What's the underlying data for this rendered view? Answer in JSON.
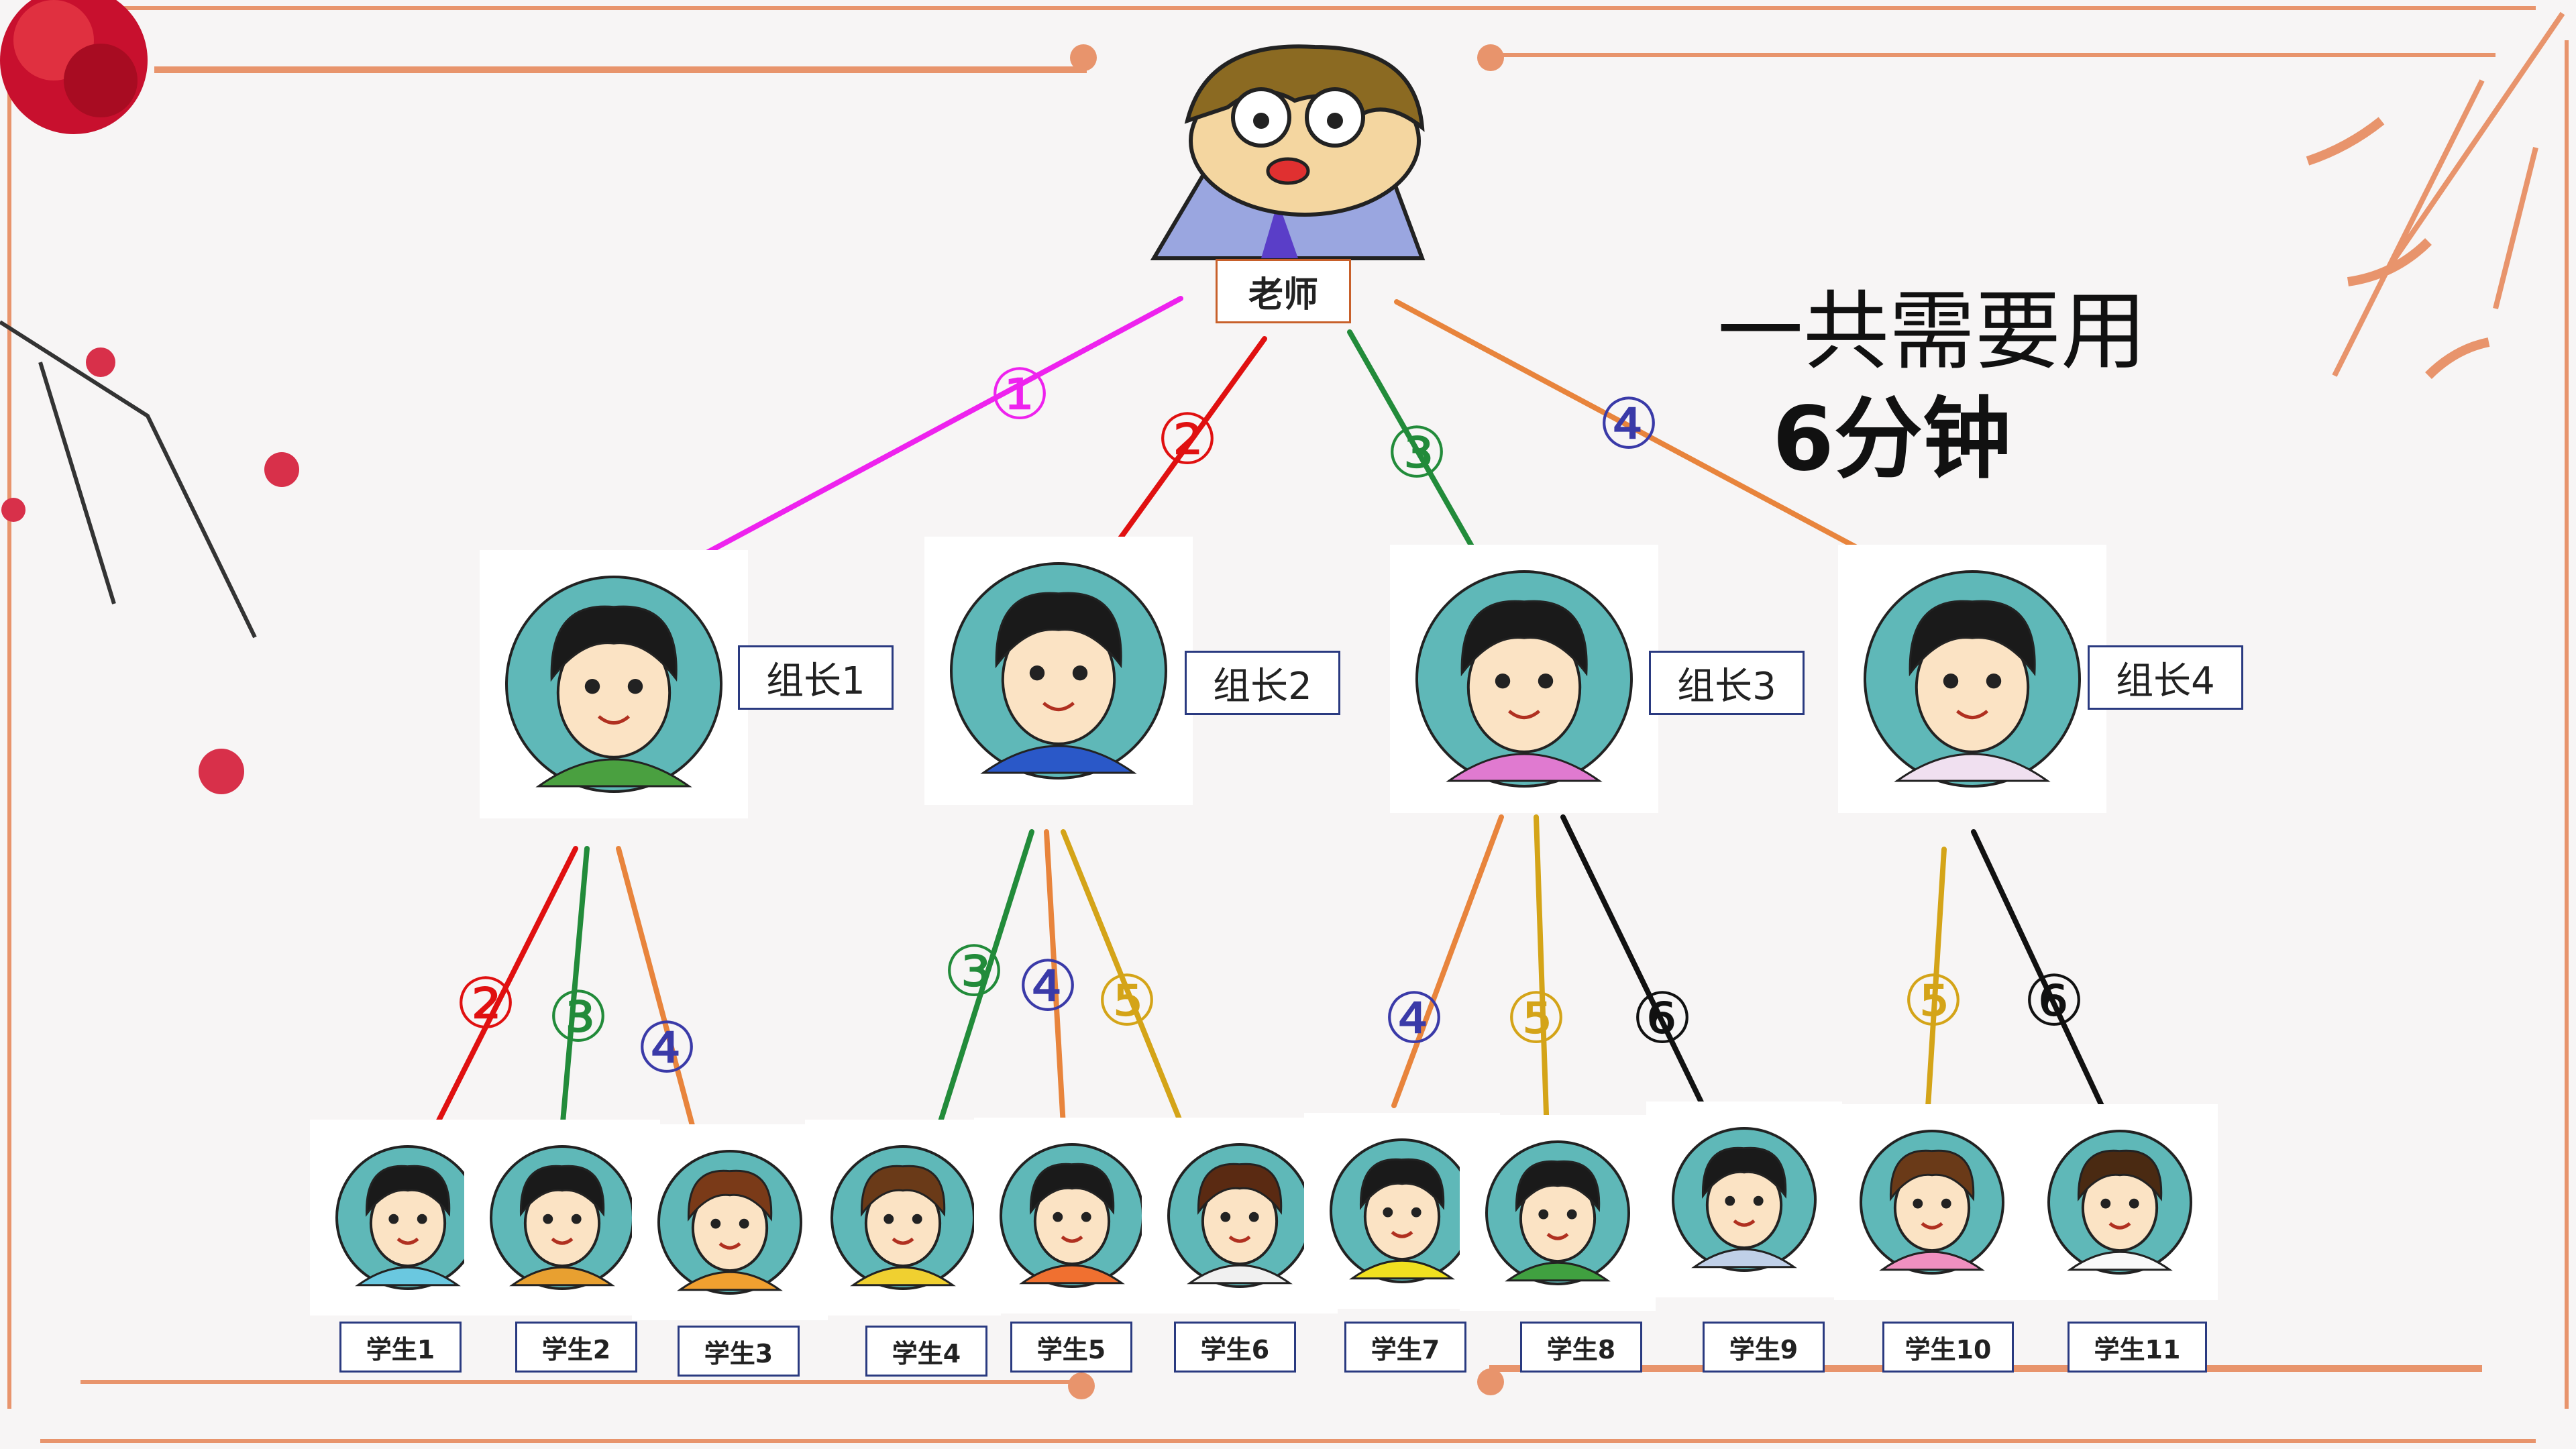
{
  "teacher": {
    "label": "老师"
  },
  "leaders": [
    "组长1",
    "组长2",
    "组长3",
    "组长4"
  ],
  "students": [
    "学生1",
    "学生2",
    "学生3",
    "学生4",
    "学生5",
    "学生6",
    "学生7",
    "学生8",
    "学生9",
    "学生10",
    "学生11"
  ],
  "summary": {
    "line1": "一共需要用",
    "line2": "6分钟"
  },
  "step_markers": {
    "teacher_to_leaders": [
      "①",
      "②",
      "③",
      "④"
    ],
    "leader1_to_students": [
      "②",
      "③",
      "④"
    ],
    "leader2_to_students": [
      "③",
      "④",
      "⑤"
    ],
    "leader3_to_students": [
      "④",
      "⑤",
      "⑥"
    ],
    "leader4_to_students": [
      "⑤",
      "⑥"
    ]
  },
  "colors": {
    "step1": "#ee22ee",
    "step2": "#e01010",
    "step3": "#228b3a",
    "step4": "#e8843c",
    "step4_marker": "#3a3aa8",
    "step5": "#d4a418",
    "step6": "#111111",
    "avatar_bg": "#5fb8b8",
    "frame_line": "#e8946c"
  }
}
